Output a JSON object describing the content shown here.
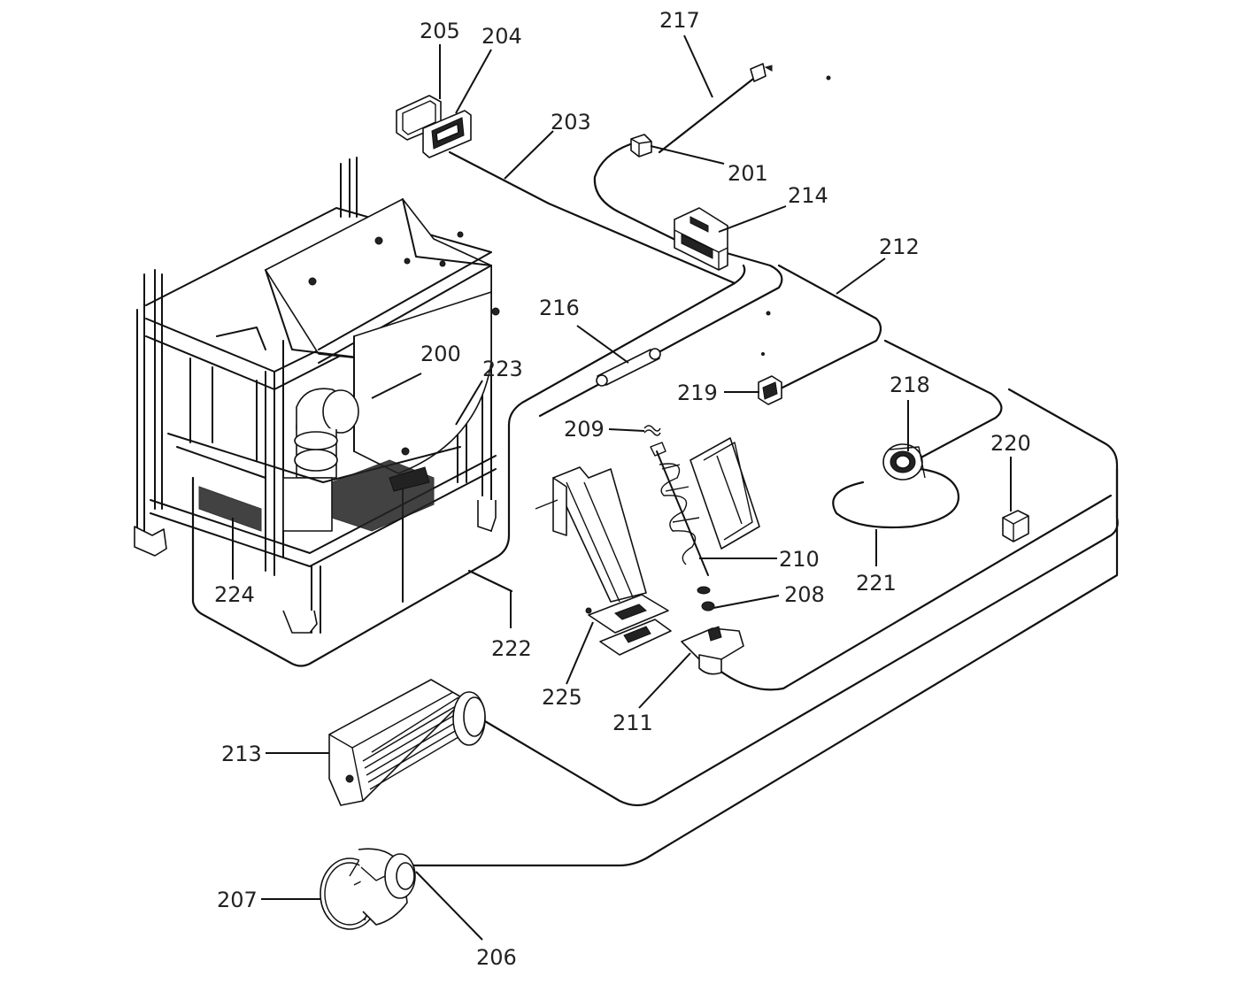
{
  "diagram": {
    "labels": {
      "l200": "200",
      "l201": "201",
      "l203": "203",
      "l204": "204",
      "l205": "205",
      "l206": "206",
      "l207": "207",
      "l208": "208",
      "l209": "209",
      "l210": "210",
      "l211": "211",
      "l212": "212",
      "l213": "213",
      "l214": "214",
      "l216": "216",
      "l217": "217",
      "l218": "218",
      "l219": "219",
      "l220": "220",
      "l221": "221",
      "l222": "222",
      "l223": "223",
      "l224": "224",
      "l225": "225"
    }
  }
}
